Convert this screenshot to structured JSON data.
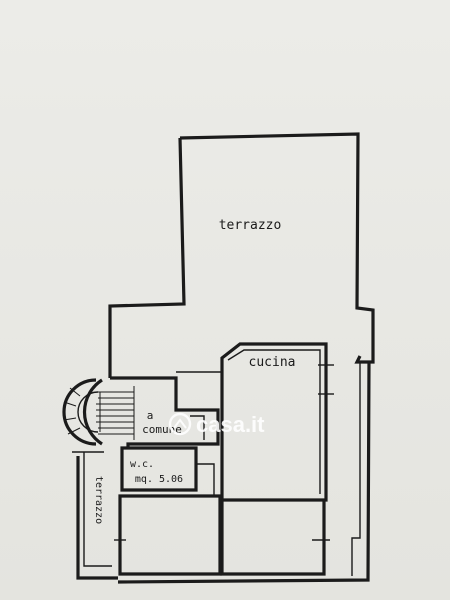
{
  "rooms": {
    "terrazzo_top": "terrazzo",
    "cucina": "cucina",
    "comune_a": "a",
    "comune": "comune",
    "wc_title": "w.c.",
    "wc_area": "mq. 5.06",
    "terrazzo_side": "terrazzo"
  },
  "watermark": {
    "brand": "casa.it"
  },
  "colors": {
    "background": "#e9e9e4",
    "walls": "#1b1b1b",
    "watermark": "#ffffff"
  }
}
